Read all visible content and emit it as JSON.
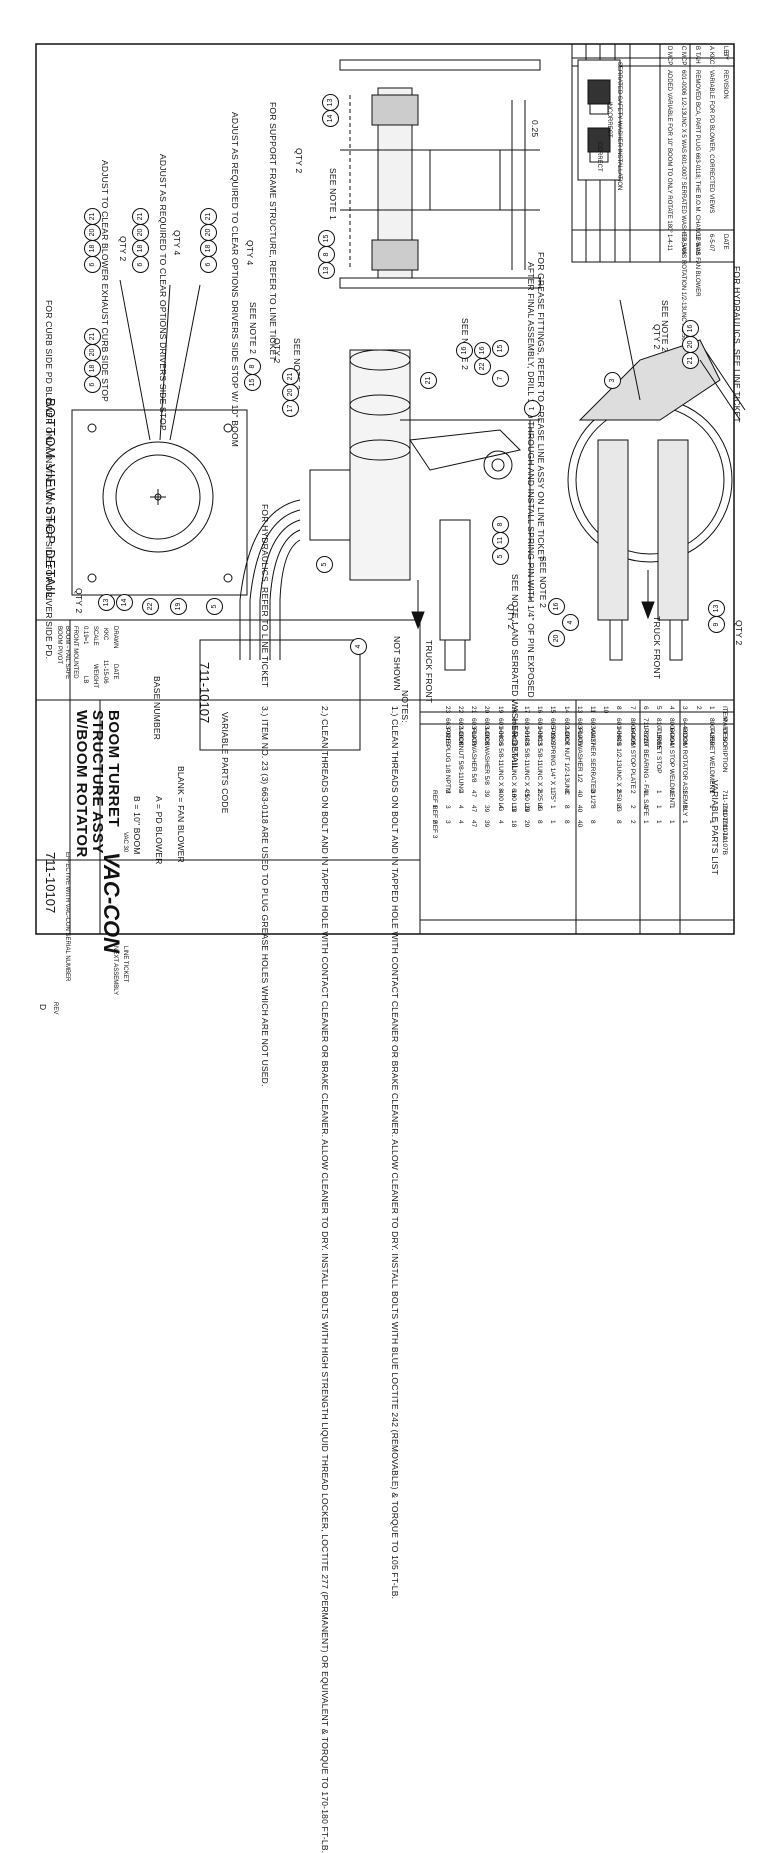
{
  "revision_table": {
    "headers": [
      "LET",
      "BY",
      "REVISION",
      "DATE"
    ],
    "rows": [
      {
        "let": "A",
        "by": "KKC",
        "text": "VARIABLE FOR PD BLOWER, CORRECTED VIEWS",
        "date": "6-5-07"
      },
      {
        "let": "B",
        "by": "TAH",
        "text": "REMOVED BCA, PART PLUG 663-0118; THE B.O.M. CHANGE WAS FAN BLOWER",
        "date": "12-5-08"
      },
      {
        "let": "C",
        "by": "MCP",
        "text": "601-0006 1/2-13UNC X 5 WAS 601-0007 SERRATED WASHER, WAS ROTATION 1/2-13UNC X 2.50",
        "date": "12-5-08"
      },
      {
        "let": "D",
        "by": "MCP",
        "text": "ADDED VARIABLE FOR 10\" BOOM TO ONLY ROTATE 180°",
        "date": "1-4-11"
      }
    ],
    "washer_labels": [
      "SERRATED SAFETY WASHER INSTALLATION",
      "INCORRECT",
      "CORRECT"
    ]
  },
  "annotations": {
    "grease": "FOR GREASE FITTINGS, REFER TO GREASE LINE ASSY ON LINE TICKET",
    "dim": "0.25",
    "hydraulics_top": "FOR HYDRAULICS, SEE LINE TICKET",
    "support_frame": "FOR SUPPORT FRAME STRUCTURE, REFER TO LINE TICKET",
    "see_note_1_top": "SEE NOTE 1",
    "qty2_a": "QTY 2",
    "qty4_a": "QTY 4",
    "qty4_b": "QTY 4",
    "qty2_b": "QTY 2",
    "adjust_1": "ADJUST AS REQUIRED TO CLEAR OPTIONS DRIVERS SIDE STOP W/ 10\" BOOM",
    "adjust_2": "ADJUST AS REQUIRED TO CLEAR OPTIONS DRIVERS SIDE STOP",
    "adjust_3": "ADJUST TO CLEAR BLOWER EXHAUST CURB SIDE STOP",
    "after_final": "AFTER FINAL ASSEMBLY, DRILL 1/4 ø THROUGH AND INSTALL SPRING PIN WITH 1/4\" OF PIN EXPOSED",
    "see_note_2_a": "SEE NOTE 2",
    "see_note_2_b": "SEE NOTE 2",
    "see_note_2_c": "SEE NOTE 2",
    "see_note_2_d": "SEE NOTE 2",
    "see_note_2_e": "SEE NOTE 2",
    "curb_side": "FOR CURB SIDE PD BLOWER ONLY. INSTALL ON OTHER SIDE FOR DRIVER SIDE PD.",
    "bottom_view": "BOTTOM VIEW STOP DETAIL",
    "hydraulics_mid": "FOR HYDRAULICS, REFER TO LINE TICKET",
    "see_note_1_serrated": "SEE NOTE 1 AND SERRATED WASHER DETAIL",
    "not_shown": "NOT SHOWN",
    "truck_front_a": "TRUCK FRONT",
    "truck_front_b": "TRUCK FRONT",
    "qty2_c": "QTY 2",
    "qty2_d": "QTY 2",
    "qty2_e": "QTY 2",
    "qty2_f": "QTY 2",
    "qty2_g": "QTY 2"
  },
  "notes": {
    "heading": "NOTES:",
    "note1": "1.) CLEAN THREADS ON BOLT AND IN TAPPED HOLE WITH CONTACT CLEANER OR BRAKE CLEANER. ALLOW CLEANER TO DRY. INSTALL BOLTS WITH BLUE LOCTITE 242 (REMOVABLE) & TORQUE TO 105 FT-LB.",
    "note2": "2.) CLEAN THREADS ON BOLT AND IN TAPPED HOLE WITH CONTACT CLEANER OR BRAKE CLEANER. ALLOW CLEANER TO DRY. INSTALL BOLTS WITH HIGH STRENGTH LIQUID THREAD LOCKER, LOCTITE 277 (PERMANENT) OR EQUIVALENT & TORQUE TO 170-180 FT-LB.",
    "note3": "3.) ITEM NO. 23 (3) 663-0118 ARE USED TO PLUG GREASE HOLES WHICH ARE NOT USED."
  },
  "parts_list": {
    "heading": "VARIABLE PARTS LIST",
    "headers": [
      "ITEM",
      "PART NO.",
      "DESCRIPTION",
      "711-10107",
      "711-10107A",
      "711-10107B"
    ],
    "rows": [
      [
        "1",
        "800-4359",
        "TURRET WELDMENT",
        "1",
        "1",
        "1"
      ],
      [
        "2",
        "",
        "",
        "",
        "",
        ""
      ],
      [
        "3",
        "644-0326",
        "BOOM ROTATOR ASSEMBLY",
        "1",
        "1",
        "1"
      ],
      [
        "4",
        "800-4494",
        "BOOM STOP WELDMENT",
        "1",
        "1",
        "1"
      ],
      [
        "5",
        "810-15015",
        "TURRET STOP",
        "1",
        "1",
        "1"
      ],
      [
        "6",
        "711-8220",
        "PIVOT BEARING - FAIL SAFE",
        "1",
        "1",
        "1"
      ],
      [
        "7",
        "800-4495",
        "BOOM STOP PLATE",
        "2",
        "2",
        "2"
      ],
      [
        "8",
        "601-0049",
        "HHCS 1/2-13UNC X 2.50 LG",
        "8",
        "8",
        "8"
      ],
      [
        "10",
        "",
        "",
        "",
        "",
        ""
      ],
      [
        "11",
        "603-0077",
        "WASHER SERRATED 1/2\"",
        "8",
        "8",
        "8"
      ],
      [
        "13",
        "603-0006",
        "FLATWASHER 1/2",
        "40",
        "40",
        "40"
      ],
      [
        "14",
        "602-0007",
        "LOCK NUT 1/2-13UNC",
        "8",
        "8",
        "8"
      ],
      [
        "15",
        "605-0307",
        "PIN-SPRING 1/4\" X 1.75\"",
        "1",
        "1",
        "1"
      ],
      [
        "16",
        "601-0013",
        "HHCS 5/8-11UNC X 2.25 LG",
        "8",
        "8",
        "8"
      ],
      [
        "17",
        "601-0148",
        "HHCS 5/8-11UNC X 4.50 LG",
        "21",
        "20",
        "20"
      ],
      [
        "18",
        "601-0027",
        "HHCS 5/8-11UNC X 6.00 LG",
        "18",
        "18",
        "18"
      ],
      [
        "19",
        "601-0036",
        "HHCS 5/8-11UNC X 8.00 LG",
        "4",
        "4",
        "4"
      ],
      [
        "20",
        "603-0003",
        "LOCKWASHER 5/8",
        "39",
        "39",
        "39"
      ],
      [
        "21",
        "603-0008",
        "FLATWASHER 5/8",
        "47",
        "47",
        "47"
      ],
      [
        "22",
        "602-0008",
        "LOCKNUT 5/8-11UNC",
        "4",
        "4",
        "4"
      ],
      [
        "23",
        "663-0118",
        "PIPE PLUG 1/8 NPTM",
        "3",
        "3",
        "3"
      ]
    ],
    "footer": [
      "",
      "",
      "",
      "REF 1",
      "REF 2",
      "REF 3"
    ]
  },
  "variable_code": {
    "heading": "VARIABLE PARTS CODE",
    "code": "711-10107",
    "base_number": "BASE NUMBER",
    "blank": "BLANK = FAN BLOWER",
    "a": "A = PD BLOWER",
    "b": "B = 10\" BOOM"
  },
  "title_block": {
    "drawn_label": "DRAWN",
    "drawn": "KKC",
    "date_label": "DATE",
    "date": "11-15-06",
    "scale_label": "SCALE",
    "scale": "0.19=1",
    "weight_label": "WEIGHT",
    "weight": "LB",
    "boom_line1": "BOOM TURRET",
    "boom_line2": "STRUCTURE ASSY",
    "boom_line3": "W/BOOM ROTATOR",
    "mount1": "FRONT MOUNTED",
    "mount2": "BOOM - FAIL SAFE",
    "mount3": "BOOM PIVOT",
    "company": "VAC-CON",
    "line_ticket": "LINE TICKET",
    "next_assy": "NEXT ASSEMBLY",
    "drawing_no": "711-10107",
    "rev_label": "REV",
    "rev": "D",
    "vac30": "VAC 30",
    "effective": "EFFECTIVE WITH VAC-CON SERIAL NUMBER"
  },
  "balloons": {
    "b1": "1",
    "b3": "3",
    "b4": "4",
    "b4b": "4",
    "b5": "5",
    "b5b": "5",
    "b5c": "5",
    "b6a": "6",
    "b6b": "6",
    "b6c": "6",
    "b6d": "6",
    "b7": "7",
    "b8a": "8",
    "b8b": "8",
    "b8c": "8",
    "b9": "9",
    "b11a": "11",
    "b13a": "13",
    "b13b": "13",
    "b13c": "13",
    "b13d": "13",
    "b14a": "14",
    "b14b": "14",
    "b15a": "15",
    "b15b": "15",
    "b15c": "15",
    "b16a": "16",
    "b16b": "16",
    "b16c": "16",
    "b16d": "16",
    "b17": "17",
    "b18a": "18",
    "b18b": "18",
    "b18c": "18",
    "b18d": "18",
    "b19": "19",
    "b20a": "20",
    "b20b": "20",
    "b20c": "20",
    "b20d": "20",
    "b20e": "20",
    "b20f": "20",
    "b20g": "20",
    "b21a": "21",
    "b21b": "21",
    "b21c": "21",
    "b21d": "21",
    "b21e": "21",
    "b21f": "21",
    "b21g": "21",
    "b22a": "22",
    "b22b": "22"
  }
}
